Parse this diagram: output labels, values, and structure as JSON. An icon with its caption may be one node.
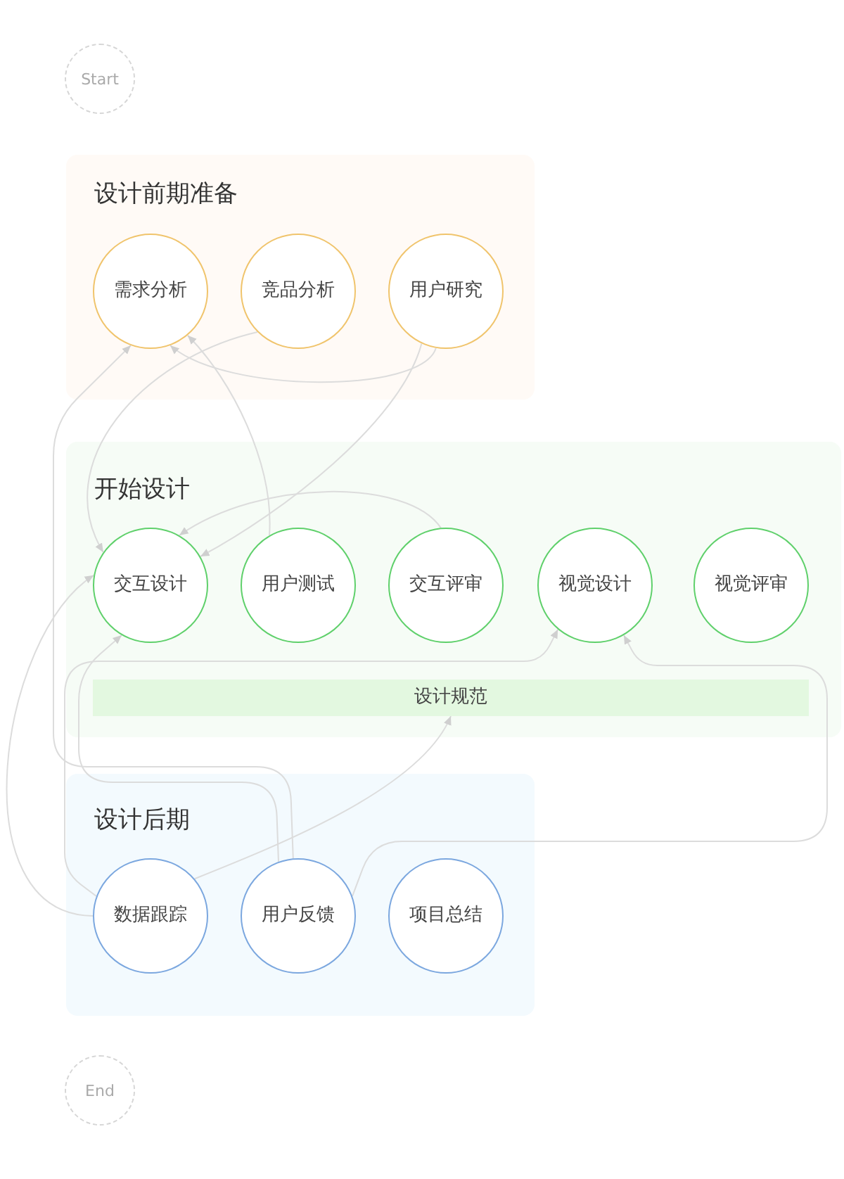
{
  "diagram": {
    "nodes": [
      {
        "text": [
          "Start"
        ]
      },
      {
        "text": [
          "设计前期准备"
        ]
      },
      {
        "text": [
          "需求分析"
        ],
        "in": 1
      },
      {
        "text": [
          "竞品分析"
        ],
        "in": 1
      },
      {
        "text": [
          "用户研究"
        ],
        "in": 1
      },
      {
        "text": [
          "开始设计"
        ]
      },
      {
        "text": [
          "交互设计"
        ],
        "in": 5
      },
      {
        "text": [
          "用户测试"
        ],
        "in": 5
      },
      {
        "text": [
          "交互评审"
        ],
        "in": 5
      },
      {
        "text": [
          "视觉设计"
        ],
        "in": 5
      },
      {
        "text": [
          "视觉评审"
        ],
        "in": 5
      },
      {
        "text": [
          "设计规范"
        ],
        "in": 5
      },
      {
        "text": [
          "设计后期"
        ]
      },
      {
        "text": [
          "数据跟踪"
        ],
        "in": 12
      },
      {
        "text": [
          "用户反馈"
        ],
        "in": 12
      },
      {
        "text": [
          "项目总结"
        ],
        "in": 12
      },
      {
        "text": [
          "End"
        ]
      }
    ],
    "edges": [
      {
        "from": 3,
        "to": 6,
        "arrow": "to"
      },
      {
        "from": 4,
        "to": 2,
        "arrow": "to"
      },
      {
        "from": 7,
        "to": 2,
        "arrow": "to"
      },
      {
        "from": 14,
        "to": 2,
        "arrow": "to"
      },
      {
        "from": 4,
        "to": 6,
        "arrow": "to"
      },
      {
        "from": 8,
        "to": 6,
        "arrow": "to"
      },
      {
        "from": 13,
        "to": 6,
        "arrow": "to"
      },
      {
        "from": 13,
        "to": 9,
        "arrow": "to"
      },
      {
        "from": 13,
        "to": 11,
        "arrow": "to"
      },
      {
        "from": 14,
        "to": 6,
        "arrow": "to"
      },
      {
        "from": 14,
        "to": 9,
        "arrow": "to"
      }
    ]
  }
}
